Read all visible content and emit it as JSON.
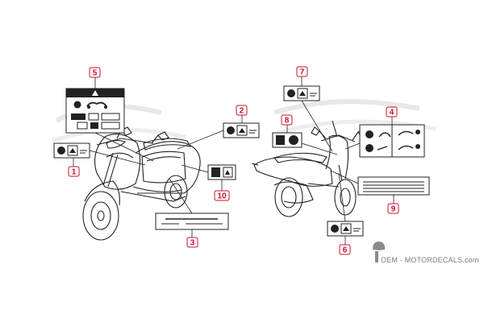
{
  "diagram": {
    "callouts": [
      {
        "id": "1",
        "label": "1"
      },
      {
        "id": "2",
        "label": "2"
      },
      {
        "id": "3",
        "label": "3"
      },
      {
        "id": "4",
        "label": "4"
      },
      {
        "id": "5",
        "label": "5"
      },
      {
        "id": "6",
        "label": "6"
      },
      {
        "id": "7",
        "label": "7"
      },
      {
        "id": "8",
        "label": "8"
      },
      {
        "id": "9",
        "label": "9"
      },
      {
        "id": "10",
        "label": "10"
      }
    ],
    "accent_color": "#c8102e",
    "line_color": "#222222"
  },
  "watermark": {
    "text": "OEM - MOTORDECALS.com",
    "icon": "helmet-logo-icon"
  }
}
